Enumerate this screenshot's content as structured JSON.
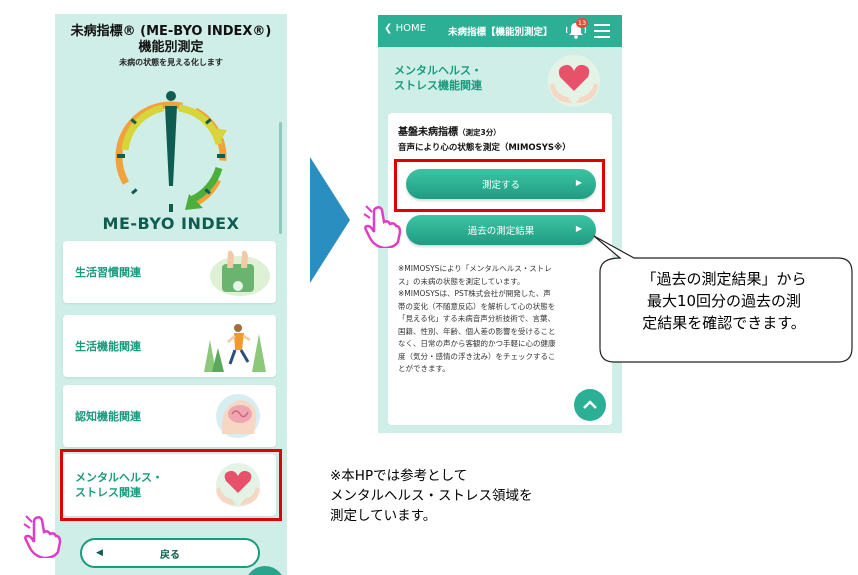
{
  "left": {
    "title_line1": "未病指標® (ME-BYO INDEX®)",
    "title_line2": "機能別測定",
    "subtitle": "未病の状態を見える化します",
    "brand": "ME-BYO INDEX",
    "categories": [
      {
        "label": "生活習慣関連"
      },
      {
        "label": "生活機能関連"
      },
      {
        "label": "認知機能関連"
      },
      {
        "label_line1": "メンタルヘルス・",
        "label_line2": "ストレス関連"
      }
    ],
    "back_label": "戻る"
  },
  "right": {
    "home_label": "HOME",
    "header_title": "未病指標【機能別測定】",
    "badge_count": "13",
    "section_title_line1": "メンタルヘルス・",
    "section_title_line2": "ストレス機能関連",
    "card_heading": "基盤未病指標",
    "card_heading_small": "（測定3分）",
    "card_desc": "音声により心の状態を測定（MIMOSYS※）",
    "measure_label": "測定する",
    "past_label": "過去の測定結果",
    "note_lines": [
      "※MIMOSYSにより「メンタルヘルス・ストレ",
      "ス」の未病の状態を測定しています。",
      "※MIMOSYSは、PST株式会社が開発した、声",
      "帯の変化（不随意反応）を解析して心の状態を",
      "「見える化」する未病音声分析技術で、言葉、",
      "国籍、性別、年齢、個人差の影響を受けること",
      "なく、日常の声から客観的かつ手軽に心の健康",
      "度（気分・感情の浮き沈み）をチェックするこ",
      "とができます。"
    ]
  },
  "callout_lines": [
    "「過去の測定結果」から",
    "最大10回分の過去の測",
    "定結果を確認できます。"
  ],
  "note_lines": [
    "※本HPでは参考として",
    "メンタルヘルス・ストレス領域を",
    "測定しています。"
  ],
  "colors": {
    "teal": "#2bb096",
    "mint_bg": "#cfeee7",
    "highlight_red": "#e00000",
    "cursor_pink": "#e03cc8"
  }
}
